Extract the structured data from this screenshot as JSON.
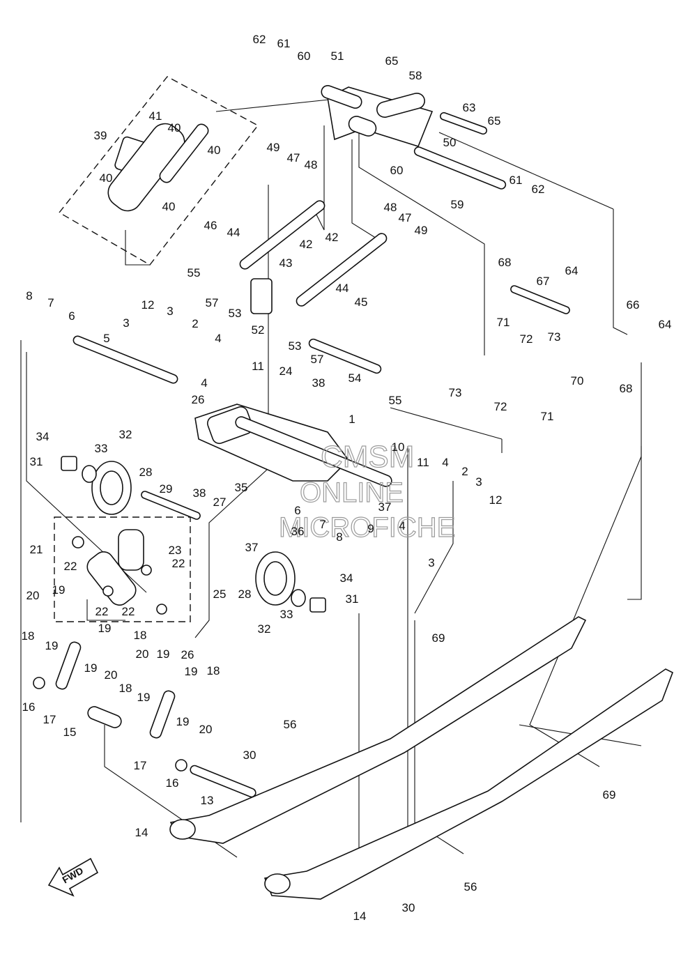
{
  "watermark": {
    "line1": "CMSM",
    "line2": "ONLINE",
    "line3": "MICROFICHE"
  },
  "fwd_label": "FWD",
  "callouts": [
    {
      "n": "62"
    },
    {
      "n": "61"
    },
    {
      "n": "60"
    },
    {
      "n": "51"
    },
    {
      "n": "65"
    },
    {
      "n": "58"
    },
    {
      "n": "63"
    },
    {
      "n": "65"
    },
    {
      "n": "41"
    },
    {
      "n": "40"
    },
    {
      "n": "40"
    },
    {
      "n": "39"
    },
    {
      "n": "40"
    },
    {
      "n": "40"
    },
    {
      "n": "50"
    },
    {
      "n": "60"
    },
    {
      "n": "49"
    },
    {
      "n": "47"
    },
    {
      "n": "48"
    },
    {
      "n": "59"
    },
    {
      "n": "61"
    },
    {
      "n": "62"
    },
    {
      "n": "48"
    },
    {
      "n": "47"
    },
    {
      "n": "49"
    },
    {
      "n": "42"
    },
    {
      "n": "46"
    },
    {
      "n": "44"
    },
    {
      "n": "42"
    },
    {
      "n": "68"
    },
    {
      "n": "67"
    },
    {
      "n": "64"
    },
    {
      "n": "43"
    },
    {
      "n": "55"
    },
    {
      "n": "57"
    },
    {
      "n": "44"
    },
    {
      "n": "45"
    },
    {
      "n": "66"
    },
    {
      "n": "64"
    },
    {
      "n": "53"
    },
    {
      "n": "52"
    },
    {
      "n": "8"
    },
    {
      "n": "7"
    },
    {
      "n": "6"
    },
    {
      "n": "12"
    },
    {
      "n": "3"
    },
    {
      "n": "3"
    },
    {
      "n": "2"
    },
    {
      "n": "71"
    },
    {
      "n": "72"
    },
    {
      "n": "73"
    },
    {
      "n": "5"
    },
    {
      "n": "4"
    },
    {
      "n": "53"
    },
    {
      "n": "57"
    },
    {
      "n": "54"
    },
    {
      "n": "4"
    },
    {
      "n": "11"
    },
    {
      "n": "24"
    },
    {
      "n": "38"
    },
    {
      "n": "26"
    },
    {
      "n": "55"
    },
    {
      "n": "70"
    },
    {
      "n": "73"
    },
    {
      "n": "72"
    },
    {
      "n": "71"
    },
    {
      "n": "68"
    },
    {
      "n": "1"
    },
    {
      "n": "34"
    },
    {
      "n": "32"
    },
    {
      "n": "33"
    },
    {
      "n": "31"
    },
    {
      "n": "10"
    },
    {
      "n": "11"
    },
    {
      "n": "4"
    },
    {
      "n": "2"
    },
    {
      "n": "28"
    },
    {
      "n": "29"
    },
    {
      "n": "35"
    },
    {
      "n": "38"
    },
    {
      "n": "27"
    },
    {
      "n": "3"
    },
    {
      "n": "12"
    },
    {
      "n": "37"
    },
    {
      "n": "6"
    },
    {
      "n": "36"
    },
    {
      "n": "7"
    },
    {
      "n": "8"
    },
    {
      "n": "9"
    },
    {
      "n": "4"
    },
    {
      "n": "3"
    },
    {
      "n": "23"
    },
    {
      "n": "21"
    },
    {
      "n": "22"
    },
    {
      "n": "22"
    },
    {
      "n": "37"
    },
    {
      "n": "25"
    },
    {
      "n": "28"
    },
    {
      "n": "34"
    },
    {
      "n": "31"
    },
    {
      "n": "20"
    },
    {
      "n": "19"
    },
    {
      "n": "22"
    },
    {
      "n": "22"
    },
    {
      "n": "33"
    },
    {
      "n": "32"
    },
    {
      "n": "19"
    },
    {
      "n": "18"
    },
    {
      "n": "26"
    },
    {
      "n": "69"
    },
    {
      "n": "18"
    },
    {
      "n": "19"
    },
    {
      "n": "20"
    },
    {
      "n": "19"
    },
    {
      "n": "19"
    },
    {
      "n": "20"
    },
    {
      "n": "19"
    },
    {
      "n": "18"
    },
    {
      "n": "16"
    },
    {
      "n": "17"
    },
    {
      "n": "18"
    },
    {
      "n": "19"
    },
    {
      "n": "15"
    },
    {
      "n": "19"
    },
    {
      "n": "20"
    },
    {
      "n": "56"
    },
    {
      "n": "17"
    },
    {
      "n": "30"
    },
    {
      "n": "16"
    },
    {
      "n": "13"
    },
    {
      "n": "69"
    },
    {
      "n": "14"
    },
    {
      "n": "56"
    },
    {
      "n": "30"
    },
    {
      "n": "14"
    }
  ]
}
